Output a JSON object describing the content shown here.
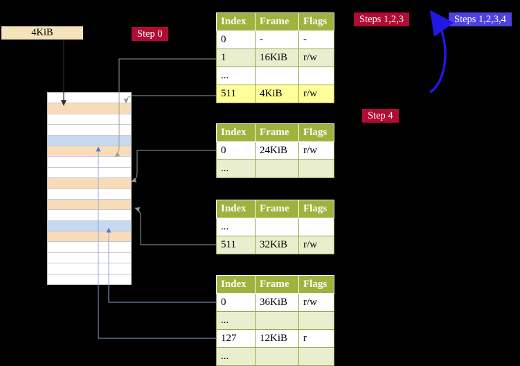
{
  "labels": {
    "mem_box": "4KiB",
    "step0": "Step 0",
    "steps123": "Steps 1,2,3",
    "steps1234": "Steps 1,2,3,4",
    "step4": "Step 4"
  },
  "colors": {
    "background": "#000000",
    "step_badge_red": "#b00c34",
    "steps_badge_blue": "#4f42e0",
    "table_header_green": "#a0b23e",
    "table_row_green": "#e9efce",
    "table_row_highlight_yellow": "#ffff99",
    "frame_mapped_peach": "#f8dcba",
    "frame_pagetable_blue": "#c6d9f0",
    "mem_box_cream": "#f5e3bc",
    "big_arrow_blue": "#2317e6"
  },
  "tables": [
    {
      "headers": [
        "Index",
        "Frame",
        "Flags"
      ],
      "rows": [
        {
          "cells": [
            "0",
            "-",
            "-"
          ],
          "variant": "plain"
        },
        {
          "cells": [
            "1",
            "16KiB",
            "r/w"
          ],
          "variant": "green"
        },
        {
          "cells": [
            "...",
            "",
            ""
          ],
          "variant": "plain"
        },
        {
          "cells": [
            "511",
            "4KiB",
            "r/w"
          ],
          "variant": "highlight"
        }
      ]
    },
    {
      "headers": [
        "Index",
        "Frame",
        "Flags"
      ],
      "rows": [
        {
          "cells": [
            "0",
            "24KiB",
            "r/w"
          ],
          "variant": "plain"
        },
        {
          "cells": [
            "...",
            "",
            ""
          ],
          "variant": "green"
        }
      ]
    },
    {
      "headers": [
        "Index",
        "Frame",
        "Flags"
      ],
      "rows": [
        {
          "cells": [
            "...",
            "",
            ""
          ],
          "variant": "plain"
        },
        {
          "cells": [
            "511",
            "32KiB",
            "r/w"
          ],
          "variant": "green"
        }
      ]
    },
    {
      "headers": [
        "Index",
        "Frame",
        "Flags"
      ],
      "rows": [
        {
          "cells": [
            "0",
            "36KiB",
            "r/w"
          ],
          "variant": "plain"
        },
        {
          "cells": [
            "...",
            "",
            ""
          ],
          "variant": "green"
        },
        {
          "cells": [
            "127",
            "12KiB",
            "r"
          ],
          "variant": "plain"
        },
        {
          "cells": [
            "...",
            "",
            ""
          ],
          "variant": "green"
        }
      ]
    }
  ],
  "memory_column": {
    "rows": [
      "free",
      "mapped",
      "free",
      "free",
      "table",
      "mapped",
      "free",
      "free",
      "mapped",
      "free",
      "mapped",
      "free",
      "table",
      "mapped",
      "free",
      "free",
      "free",
      "free"
    ]
  }
}
